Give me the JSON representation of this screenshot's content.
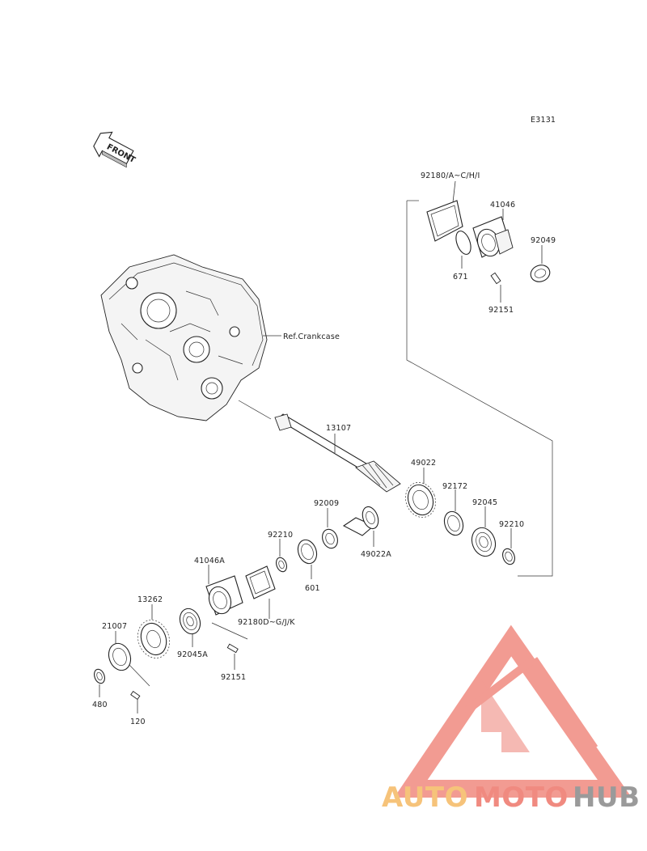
{
  "diagram": {
    "code": "E3131",
    "front_label": "FRONT",
    "ref_label": "Ref.Crankcase",
    "parts": {
      "p92180_ac": "92180/A~C/H/I",
      "p41046": "41046",
      "p92049": "92049",
      "p671": "671",
      "p92151_top": "92151",
      "p13107": "13107",
      "p49022": "49022",
      "p92172": "92172",
      "p92045": "92045",
      "p92210_right": "92210",
      "p92009": "92009",
      "p49022a": "49022A",
      "p92210_left": "92210",
      "p601": "601",
      "p41046a": "41046A",
      "p92180_dg": "92180D~G/J/K",
      "p13262": "13262",
      "p21007": "21007",
      "p92045a": "92045A",
      "p92151_bottom": "92151",
      "p480": "480",
      "p120": "120"
    }
  },
  "watermark": {
    "brand_part1": "AUTO",
    "brand_part2": "MOTO",
    "brand_part3": "HUB",
    "colors": {
      "auto": "#f6c37a",
      "moto": "#f08a80",
      "hub": "#9a9a9a",
      "logo": "#f08a80"
    }
  }
}
